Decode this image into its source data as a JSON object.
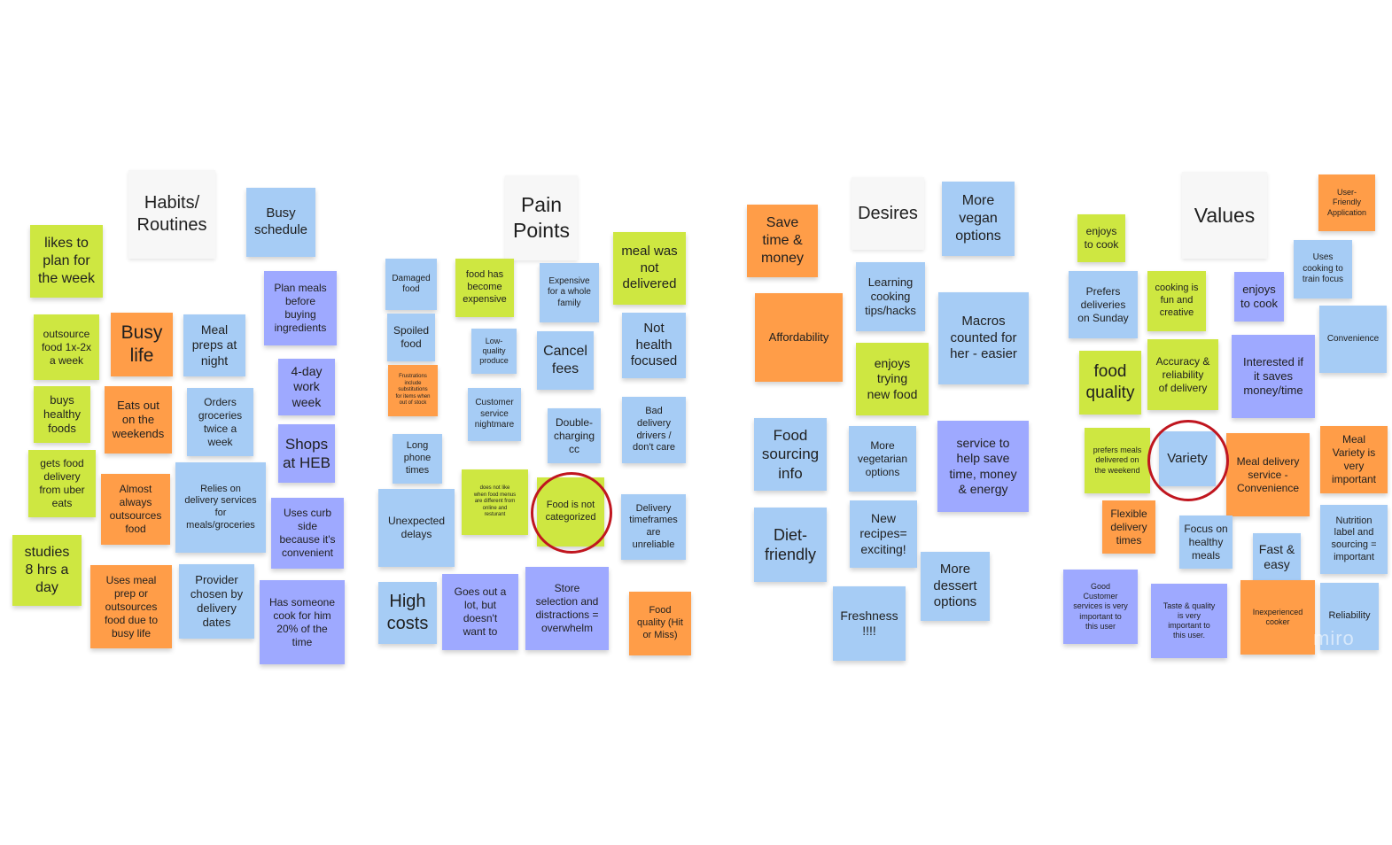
{
  "board": {
    "notes": [
      {
        "id": "habits-header",
        "text": "Habits/\nRoutines",
        "color": "white"
      },
      {
        "id": "busy-schedule",
        "text": "Busy\nschedule",
        "color": "blue"
      },
      {
        "id": "likes-to-plan",
        "text": "likes to\nplan for\nthe week",
        "color": "green"
      },
      {
        "id": "outsource-food",
        "text": "outsource\nfood 1x-2x\na week",
        "color": "green"
      },
      {
        "id": "busy-life",
        "text": "Busy\nlife",
        "color": "orange"
      },
      {
        "id": "meal-preps",
        "text": "Meal\npreps at\nnight",
        "color": "blue"
      },
      {
        "id": "plan-meals",
        "text": "Plan  meals\nbefore\nbuying\ningredients",
        "color": "purple"
      },
      {
        "id": "buys-healthy",
        "text": "buys\nhealthy\nfoods",
        "color": "green"
      },
      {
        "id": "eats-out",
        "text": "Eats out\non the\nweekends",
        "color": "orange"
      },
      {
        "id": "orders-groceries",
        "text": "Orders\ngroceries\ntwice a\nweek",
        "color": "blue"
      },
      {
        "id": "four-day-week",
        "text": "4-day\nwork\nweek",
        "color": "purple"
      },
      {
        "id": "gets-food-delivery",
        "text": "gets food\ndelivery\nfrom uber\neats",
        "color": "green"
      },
      {
        "id": "almost-always",
        "text": "Almost\nalways\noutsources\nfood",
        "color": "orange"
      },
      {
        "id": "relies-on-delivery",
        "text": "Relies on\ndelivery services\nfor\nmeals/groceries",
        "color": "blue"
      },
      {
        "id": "shops-heb",
        "text": "Shops\nat HEB",
        "color": "purple"
      },
      {
        "id": "studies",
        "text": "studies\n8 hrs a\nday",
        "color": "green"
      },
      {
        "id": "uses-meal-prep",
        "text": "Uses meal\nprep or\noutsources\nfood due to\nbusy life",
        "color": "orange"
      },
      {
        "id": "provider-chosen",
        "text": "Provider\nchosen by\ndelivery\ndates",
        "color": "blue"
      },
      {
        "id": "uses-curb-side",
        "text": "Uses curb\nside\nbecause it's\nconvenient",
        "color": "purple"
      },
      {
        "id": "has-someone-cook",
        "text": "Has someone\ncook for him\n20% of the\ntime",
        "color": "purple"
      },
      {
        "id": "pain-header",
        "text": "Pain\nPoints",
        "color": "white"
      },
      {
        "id": "meal-not-delivered",
        "text": "meal was\nnot\ndelivered",
        "color": "green"
      },
      {
        "id": "damaged-food",
        "text": "Damaged\nfood",
        "color": "blue"
      },
      {
        "id": "food-expensive",
        "text": "food has\nbecome\nexpensive",
        "color": "green"
      },
      {
        "id": "expensive-family",
        "text": "Expensive\nfor a whole\nfamily",
        "color": "blue"
      },
      {
        "id": "spoiled-food",
        "text": "Spoiled\nfood",
        "color": "blue"
      },
      {
        "id": "low-quality-produce",
        "text": "Low-\nquality\nproduce",
        "color": "blue"
      },
      {
        "id": "cancel-fees",
        "text": "Cancel\nfees",
        "color": "blue"
      },
      {
        "id": "not-health-focused",
        "text": "Not\nhealth\nfocused",
        "color": "blue"
      },
      {
        "id": "frustrations-substitutions",
        "text": "Frustrations\ninclude\nsubstitutions\nfor items when\nout of stock",
        "color": "orange"
      },
      {
        "id": "customer-service",
        "text": "Customer\nservice\nnightmare",
        "color": "blue"
      },
      {
        "id": "double-charging",
        "text": "Double-\ncharging\ncc",
        "color": "blue"
      },
      {
        "id": "bad-drivers",
        "text": "Bad\ndelivery\ndrivers /\ndon't care",
        "color": "blue"
      },
      {
        "id": "long-phone-times",
        "text": "Long\nphone\ntimes",
        "color": "blue"
      },
      {
        "id": "menus-different",
        "text": "does not like\nwhen food menus\nare different from\nonline and\nresturant",
        "color": "green"
      },
      {
        "id": "not-categorized",
        "text": "Food is not\ncategorized",
        "color": "green"
      },
      {
        "id": "unexpected-delays",
        "text": "Unexpected\ndelays",
        "color": "blue"
      },
      {
        "id": "delivery-timeframes",
        "text": "Delivery\ntimeframes\nare\nunreliable",
        "color": "blue"
      },
      {
        "id": "high-costs",
        "text": "High\ncosts",
        "color": "blue"
      },
      {
        "id": "goes-out-a-lot",
        "text": "Goes out a\nlot, but\ndoesn't\nwant to",
        "color": "purple"
      },
      {
        "id": "store-selection",
        "text": "Store\nselection and\ndistractions =\noverwhelm",
        "color": "purple"
      },
      {
        "id": "food-quality-hit-miss",
        "text": "Food\nquality (Hit\nor Miss)",
        "color": "orange"
      },
      {
        "id": "save-time-money",
        "text": "Save\ntime &\nmoney",
        "color": "orange"
      },
      {
        "id": "desires-header",
        "text": "Desires",
        "color": "white"
      },
      {
        "id": "more-vegan",
        "text": "More\nvegan\noptions",
        "color": "blue"
      },
      {
        "id": "learning-cooking",
        "text": "Learning\ncooking\ntips/hacks",
        "color": "blue"
      },
      {
        "id": "affordability",
        "text": "Affordability",
        "color": "orange"
      },
      {
        "id": "macros-counted",
        "text": "Macros\ncounted for\nher - easier",
        "color": "blue"
      },
      {
        "id": "enjoys-trying",
        "text": "enjoys\ntrying\nnew food",
        "color": "green"
      },
      {
        "id": "food-sourcing",
        "text": "Food\nsourcing\ninfo",
        "color": "blue"
      },
      {
        "id": "more-vegetarian",
        "text": "More\nvegetarian\noptions",
        "color": "blue"
      },
      {
        "id": "service-help-save",
        "text": "service to\nhelp save\ntime, money\n& energy",
        "color": "purple"
      },
      {
        "id": "diet-friendly",
        "text": "Diet-\nfriendly",
        "color": "blue"
      },
      {
        "id": "new-recipes",
        "text": "New\nrecipes=\nexciting!",
        "color": "blue"
      },
      {
        "id": "more-dessert",
        "text": "More\ndessert\noptions",
        "color": "blue"
      },
      {
        "id": "freshness",
        "text": "Freshness\n!!!!",
        "color": "blue"
      },
      {
        "id": "enjoys-to-cook-1",
        "text": "enjoys\nto cook",
        "color": "green"
      },
      {
        "id": "values-header",
        "text": "Values",
        "color": "white"
      },
      {
        "id": "user-friendly-app",
        "text": "User-\nFriendly\nApplication",
        "color": "orange"
      },
      {
        "id": "uses-cooking-focus",
        "text": "Uses\ncooking to\ntrain focus",
        "color": "blue"
      },
      {
        "id": "prefers-sunday",
        "text": "Prefers\ndeliveries\non Sunday",
        "color": "blue"
      },
      {
        "id": "cooking-fun",
        "text": "cooking is\nfun and\ncreative",
        "color": "green"
      },
      {
        "id": "enjoys-to-cook-2",
        "text": "enjoys\nto cook",
        "color": "purple"
      },
      {
        "id": "convenience",
        "text": "Convenience",
        "color": "blue"
      },
      {
        "id": "food-quality",
        "text": "food\nquality",
        "color": "green"
      },
      {
        "id": "accuracy-reliability",
        "text": "Accuracy &\nreliability\nof delivery",
        "color": "green"
      },
      {
        "id": "interested-saves",
        "text": "Interested if\nit saves\nmoney/time",
        "color": "purple"
      },
      {
        "id": "prefers-weekend",
        "text": "prefers meals\ndelivered on\nthe weekend",
        "color": "green"
      },
      {
        "id": "variety",
        "text": "Variety",
        "color": "blue"
      },
      {
        "id": "meal-delivery-convenience",
        "text": "Meal delivery\nservice -\nConvenience",
        "color": "orange"
      },
      {
        "id": "meal-variety-important",
        "text": "Meal\nVariety is\nvery\nimportant",
        "color": "orange"
      },
      {
        "id": "flexible-delivery",
        "text": "Flexible\ndelivery\ntimes",
        "color": "orange"
      },
      {
        "id": "focus-healthy",
        "text": "Focus on\nhealthy\nmeals",
        "color": "blue"
      },
      {
        "id": "fast-easy",
        "text": "Fast &\neasy",
        "color": "blue"
      },
      {
        "id": "nutrition-label",
        "text": "Nutrition\nlabel and\nsourcing =\nimportant",
        "color": "blue"
      },
      {
        "id": "good-customer-services",
        "text": "Good\nCustomer\nservices is very\nimportant to\nthis user",
        "color": "purple"
      },
      {
        "id": "taste-quality",
        "text": "Taste & quality\nis very\nimportant to\nthis user.",
        "color": "purple"
      },
      {
        "id": "inexperienced-cooker",
        "text": "Inexperienced\ncooker",
        "color": "orange"
      },
      {
        "id": "reliability",
        "text": "Reliability",
        "color": "blue"
      }
    ],
    "watermark": "miro"
  }
}
